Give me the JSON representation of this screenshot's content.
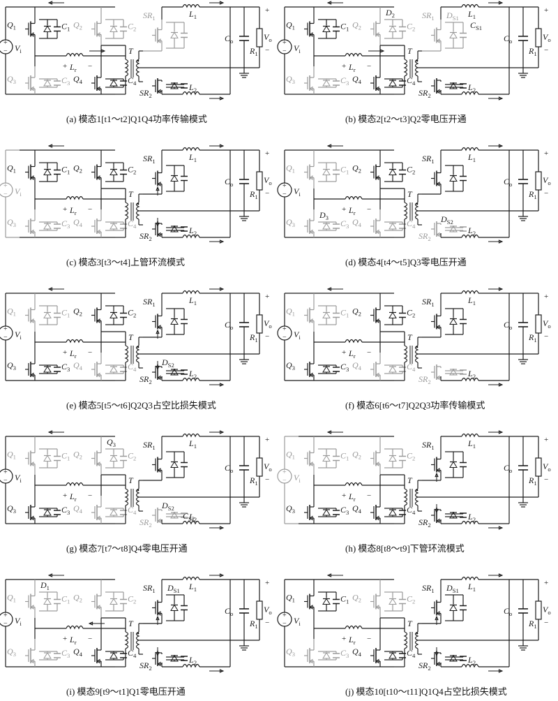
{
  "colors": {
    "active": "#1a1a1a",
    "inactive": "#9a9a9a"
  },
  "panels": [
    {
      "caption": "(a) 模态1[t1～t2]Q1Q4功率传输模式",
      "source_active": true,
      "switches": {
        "Q1": {
          "on": true,
          "label": "Q1",
          "cap": "C1"
        },
        "Q2": {
          "on": false,
          "label": "Q2",
          "cap": "C2"
        },
        "Q3": {
          "on": false,
          "label": "Q3",
          "cap": "C3"
        },
        "Q4": {
          "on": true,
          "label": "Q4",
          "cap": "C4"
        }
      },
      "sr1": {
        "on": false,
        "label": "SR1"
      },
      "sr2": {
        "on": true,
        "label": "SR2"
      },
      "mid_arrow": "right"
    },
    {
      "caption": "(b) 模态2[t2～t3]Q2零电压开通",
      "source_active": true,
      "switches": {
        "Q1": {
          "on": true,
          "label": "Q1",
          "cap": "C1"
        },
        "Q2": {
          "on": false,
          "label": "Q2",
          "cap": "C2",
          "diode": "D2"
        },
        "Q3": {
          "on": false,
          "label": "Q3",
          "cap": "C3"
        },
        "Q4": {
          "on": true,
          "label": "Q4",
          "cap": "C4"
        }
      },
      "sr1": {
        "on": false,
        "label": "SR1",
        "diode": "DS1",
        "cap": "CS1"
      },
      "sr2": {
        "on": true,
        "label": "SR2"
      },
      "mid_arrow": "right"
    },
    {
      "caption": "(c) 模态3[t3～t4]上管环流模式",
      "source_active": false,
      "switches": {
        "Q1": {
          "on": true,
          "label": "Q1",
          "cap": "C1"
        },
        "Q2": {
          "on": true,
          "label": "Q2",
          "cap": "C2"
        },
        "Q3": {
          "on": false,
          "label": "Q3",
          "cap": "C3"
        },
        "Q4": {
          "on": false,
          "label": "Q4",
          "cap": "C4"
        }
      },
      "sr1": {
        "on": true,
        "label": "SR1"
      },
      "sr2": {
        "on": true,
        "label": "SR2"
      },
      "mid_arrow": "none"
    },
    {
      "caption": "(d) 模态4[t4～t5]Q3零电压开通",
      "source_active": true,
      "switches": {
        "Q1": {
          "on": false,
          "label": "Q1",
          "cap": "C1"
        },
        "Q2": {
          "on": true,
          "label": "Q2",
          "cap": "C2"
        },
        "Q3": {
          "on": false,
          "label": "Q3",
          "cap": "C3",
          "diode": "D3"
        },
        "Q4": {
          "on": false,
          "label": "Q4",
          "cap": "C4"
        }
      },
      "sr1": {
        "on": true,
        "label": "SR1"
      },
      "sr2": {
        "on": false,
        "label": "SR2",
        "diode": "DS2"
      },
      "mid_arrow": "none"
    },
    {
      "caption": "(e) 模态5[t5～t6]Q2Q3占空比损失模式",
      "source_active": true,
      "switches": {
        "Q1": {
          "on": false,
          "label": "Q1",
          "cap": "C1"
        },
        "Q2": {
          "on": true,
          "label": "Q2",
          "cap": "C2"
        },
        "Q3": {
          "on": true,
          "label": "Q3",
          "cap": "C3"
        },
        "Q4": {
          "on": false,
          "label": "Q4",
          "cap": "C4"
        }
      },
      "sr1": {
        "on": true,
        "label": "SR1"
      },
      "sr2": {
        "on": true,
        "label": "SR2",
        "diode": "DS2"
      },
      "mid_arrow": "none"
    },
    {
      "caption": "(f) 模态6[t6～t7]Q2Q3功率传输模式",
      "source_active": true,
      "switches": {
        "Q1": {
          "on": false,
          "label": "Q1",
          "cap": "C1"
        },
        "Q2": {
          "on": true,
          "label": "Q2",
          "cap": "C2"
        },
        "Q3": {
          "on": true,
          "label": "Q3",
          "cap": "C3"
        },
        "Q4": {
          "on": false,
          "label": "Q4",
          "cap": "C4"
        }
      },
      "sr1": {
        "on": true,
        "label": "SR1"
      },
      "sr2": {
        "on": false,
        "label": "SR2"
      },
      "mid_arrow": "none"
    },
    {
      "caption": "(g) 模态7[t7～t8]Q4零电压开通",
      "source_active": true,
      "switches": {
        "Q1": {
          "on": false,
          "label": "Q1",
          "cap": "C1"
        },
        "Q2": {
          "on": false,
          "label": "Q2",
          "cap": "C2",
          "diode": "Q3"
        },
        "Q3": {
          "on": true,
          "label": "Q3",
          "cap": "C3"
        },
        "Q4": {
          "on": false,
          "label": "Q4",
          "cap": "C4"
        }
      },
      "sr1": {
        "on": true,
        "label": "SR1"
      },
      "sr2": {
        "on": false,
        "label": "SR2",
        "diode": "DS2",
        "cap": "CS2"
      },
      "mid_arrow": "none"
    },
    {
      "caption": "(h) 模态8[t8～t9]下管环流模式",
      "source_active": false,
      "switches": {
        "Q1": {
          "on": false,
          "label": "Q1",
          "cap": "C1"
        },
        "Q2": {
          "on": false,
          "label": "Q2",
          "cap": "C2"
        },
        "Q3": {
          "on": true,
          "label": "Q3",
          "cap": "C3"
        },
        "Q4": {
          "on": true,
          "label": "Q4",
          "cap": "C4"
        }
      },
      "sr1": {
        "on": true,
        "label": "SR1"
      },
      "sr2": {
        "on": true,
        "label": "SR2"
      },
      "mid_arrow": "none"
    },
    {
      "caption": "(i) 模态9[t9～t1]Q1零电压开通",
      "source_active": true,
      "switches": {
        "Q1": {
          "on": false,
          "label": "Q1",
          "cap": "C1",
          "diode": "D1"
        },
        "Q2": {
          "on": false,
          "label": "Q2",
          "cap": "C2"
        },
        "Q3": {
          "on": false,
          "label": "Q3",
          "cap": "C3"
        },
        "Q4": {
          "on": true,
          "label": "Q4",
          "cap": "C4"
        }
      },
      "sr1": {
        "on": true,
        "label": "SR1",
        "diode": "DS1"
      },
      "sr2": {
        "on": true,
        "label": "SR2"
      },
      "mid_arrow": "left"
    },
    {
      "caption": "(j) 模态10[t10～t11]Q1Q4占空比损失模式",
      "source_active": true,
      "switches": {
        "Q1": {
          "on": true,
          "label": "Q1",
          "cap": "C1"
        },
        "Q2": {
          "on": false,
          "label": "Q2",
          "cap": "C2"
        },
        "Q3": {
          "on": false,
          "label": "Q3",
          "cap": "C3"
        },
        "Q4": {
          "on": true,
          "label": "Q4",
          "cap": "C4"
        }
      },
      "sr1": {
        "on": true,
        "label": "SR1",
        "diode": "DS1"
      },
      "sr2": {
        "on": true,
        "label": "SR2"
      },
      "mid_arrow": "none"
    }
  ],
  "common_labels": {
    "source": "Vi",
    "inductor_r": "Lr",
    "transformer": "T",
    "l1": "L1",
    "l2": "L2",
    "co": "Co",
    "r1": "R1",
    "vo": "Vo",
    "plus": "+",
    "minus": "−"
  }
}
